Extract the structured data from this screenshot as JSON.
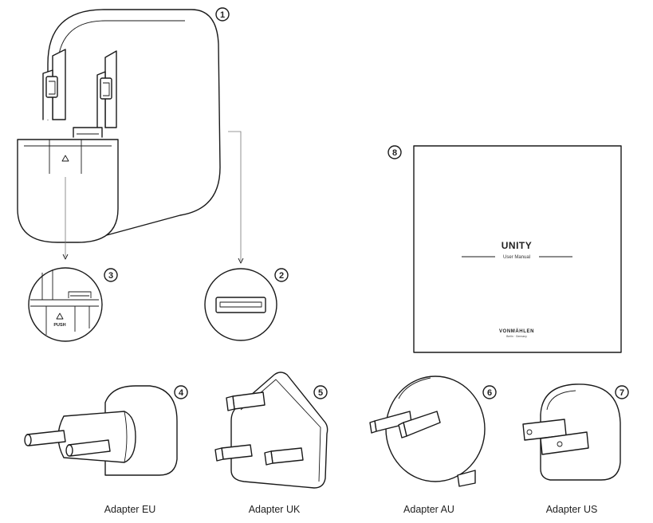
{
  "callouts": [
    "1",
    "2",
    "3",
    "4",
    "5",
    "6",
    "7",
    "8"
  ],
  "manual": {
    "title": "UNITY",
    "subtitle": "User Manual",
    "brand": "VONMÄHLEN",
    "brand_sub": "Berlin · Germany"
  },
  "push_label": "PUSH",
  "captions": {
    "eu": "Adapter EU",
    "uk": "Adapter UK",
    "au": "Adapter AU",
    "us": "Adapter US"
  },
  "colors": {
    "line": "#1a1a1a",
    "background": "#ffffff"
  }
}
